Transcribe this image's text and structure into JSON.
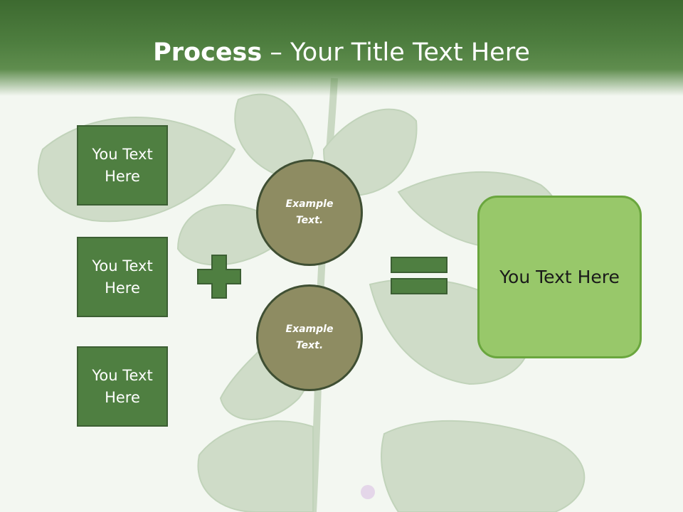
{
  "title": {
    "bold": "Process",
    "rest": " – Your Title Text Here"
  },
  "inputs": [
    {
      "label": "You Text Here"
    },
    {
      "label": "You Text Here"
    },
    {
      "label": "You Text Here"
    }
  ],
  "examples": [
    {
      "label": "Example Text."
    },
    {
      "label": "Example Text."
    }
  ],
  "result": {
    "label": "You Text Here"
  },
  "symbols": {
    "plus": "plus-icon",
    "equals": "equals-icon"
  },
  "colors": {
    "header": "#4e7e3f",
    "box": "#4f7f41",
    "circle": "#8e8c62",
    "result": "#98c86a",
    "result_border": "#6aa63e"
  }
}
